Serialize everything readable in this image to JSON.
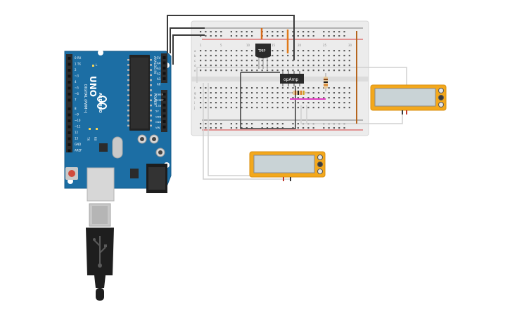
{
  "arduino": {
    "brand": "ARDUINO",
    "model": "UNO",
    "digital_label": "DIGITAL (PWM~)",
    "analog_label": "ANALOG IN",
    "power_label": "POWER",
    "tx_label": "TX",
    "rx_label": "RX",
    "led_l_label": "L",
    "top_pins": [
      "0 RX",
      "1 TX",
      "2",
      "~3",
      "4",
      "~5",
      "~6",
      "7",
      "8",
      "~9",
      "~10",
      "~11",
      "12",
      "13",
      "GND",
      "AREF"
    ],
    "right_pins": [
      "5V",
      "A4",
      "A3",
      "A2",
      "A1",
      "A0"
    ],
    "power_pins": [
      "VIN",
      "GND",
      "GND",
      "5V",
      "3.3V",
      "RESET",
      "IOREF"
    ]
  },
  "breadboard": {
    "column_numbers": [
      "1",
      "5",
      "10",
      "15",
      "20",
      "25",
      "30"
    ],
    "row_letters_top": [
      "a",
      "b",
      "c",
      "d",
      "e"
    ],
    "row_letters_bottom": [
      "f",
      "g",
      "h",
      "i",
      "j"
    ]
  },
  "components": {
    "tmp_label": "TMP",
    "opamp_label": "opAmp"
  },
  "colors": {
    "board_blue": "#1c6ea4",
    "wire_black": "#3a3a3a",
    "wire_grey": "#d0d0d0",
    "multimeter_orange": "#f3a81c",
    "rail_red": "#d63a3a",
    "magenta": "#e33cc2",
    "component_orange": "#f08a1a"
  }
}
